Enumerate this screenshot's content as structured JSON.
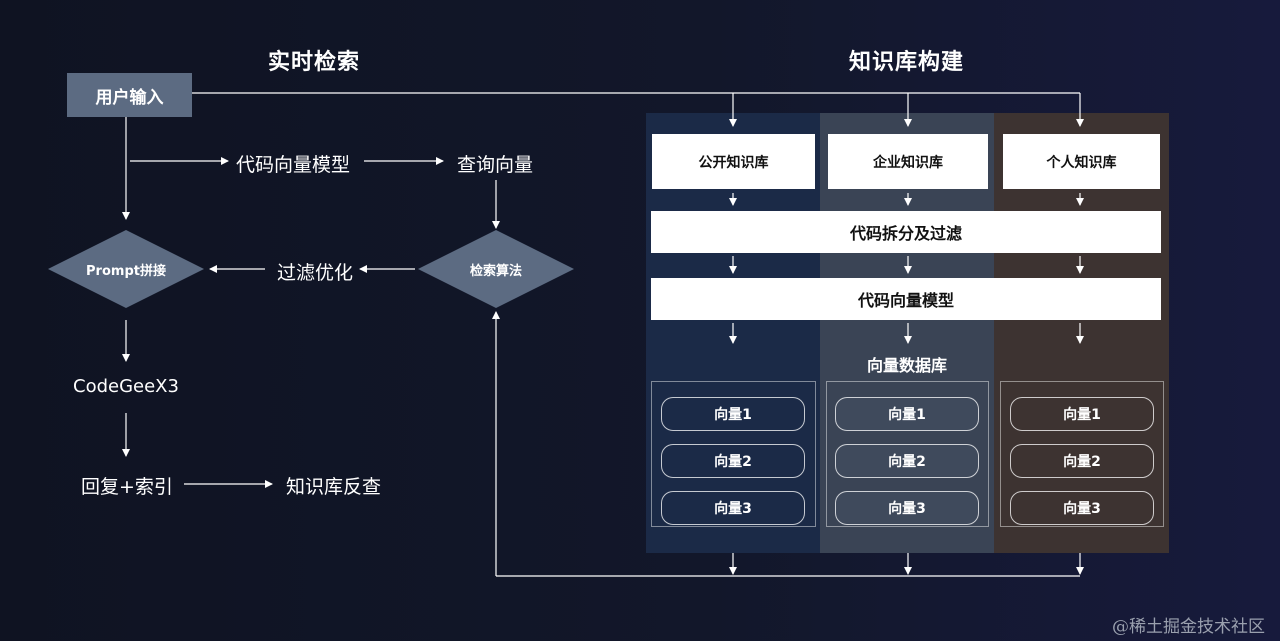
{
  "titles": {
    "realtime": "实时检索",
    "kb_build": "知识库构建"
  },
  "left": {
    "user_input": "用户输入",
    "code_vector_model": "代码向量模型",
    "query_vector": "查询向量",
    "search_algorithm": "检索算法",
    "filter_optimize": "过滤优化",
    "prompt_concat": "Prompt拼接",
    "model": "CodeGeeX3",
    "reply_index": "回复+索引",
    "kb_reverse": "知识库反查"
  },
  "right": {
    "kb_public": "公开知识库",
    "kb_enterprise": "企业知识库",
    "kb_personal": "个人知识库",
    "split_filter": "代码拆分及过滤",
    "code_vector_model": "代码向量模型",
    "vector_db": "向量数据库",
    "vectors": [
      "向量1",
      "向量2",
      "向量3"
    ]
  },
  "colors": {
    "col_public": "#1b2a47",
    "col_enterprise": "#3a4455",
    "col_personal": "#3d3331",
    "diamond": "#5c6b82"
  },
  "watermark": "@稀土掘金技术社区"
}
